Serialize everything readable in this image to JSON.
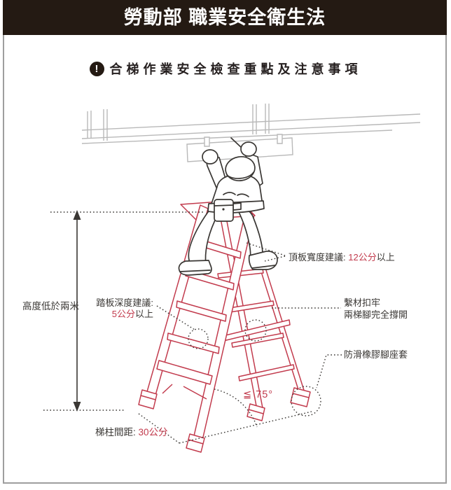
{
  "header": {
    "title": "勞動部 職業安全衛生法"
  },
  "subtitle": {
    "icon": "exclamation-circle-icon",
    "icon_char": "!",
    "text": "合梯作業安全檢查重點及注意事項"
  },
  "annotations": {
    "height": {
      "label": "高度低於兩米"
    },
    "tread": {
      "label": "踏板深度建議:",
      "value": "5公分",
      "suffix": "以上"
    },
    "top_board": {
      "label": "頂板寬度建議: ",
      "value": "12公分",
      "suffix": "以上"
    },
    "tie": {
      "line1": "繫材扣牢",
      "line2": "兩梯腳完全撐開"
    },
    "foot": {
      "label": "防滑橡膠腳座套"
    },
    "angle": {
      "value": "≦ 75°"
    },
    "spacing": {
      "label": "梯柱間距: ",
      "value": "30公分"
    }
  },
  "figure": {
    "description": "Worker on A-frame stepladder working on ceiling board",
    "parts": [
      "ceiling-structure",
      "mounting-board",
      "worker",
      "stepladder",
      "height-arrow",
      "angle-arc"
    ]
  },
  "colors": {
    "header_bg": "#241a13",
    "ladder_red": "#c23b4d",
    "accent_red": "#c23b4d",
    "line_dark": "#3a3734",
    "ceiling_gray": "#b9b9b9",
    "border_gray": "#9e9e9e"
  }
}
